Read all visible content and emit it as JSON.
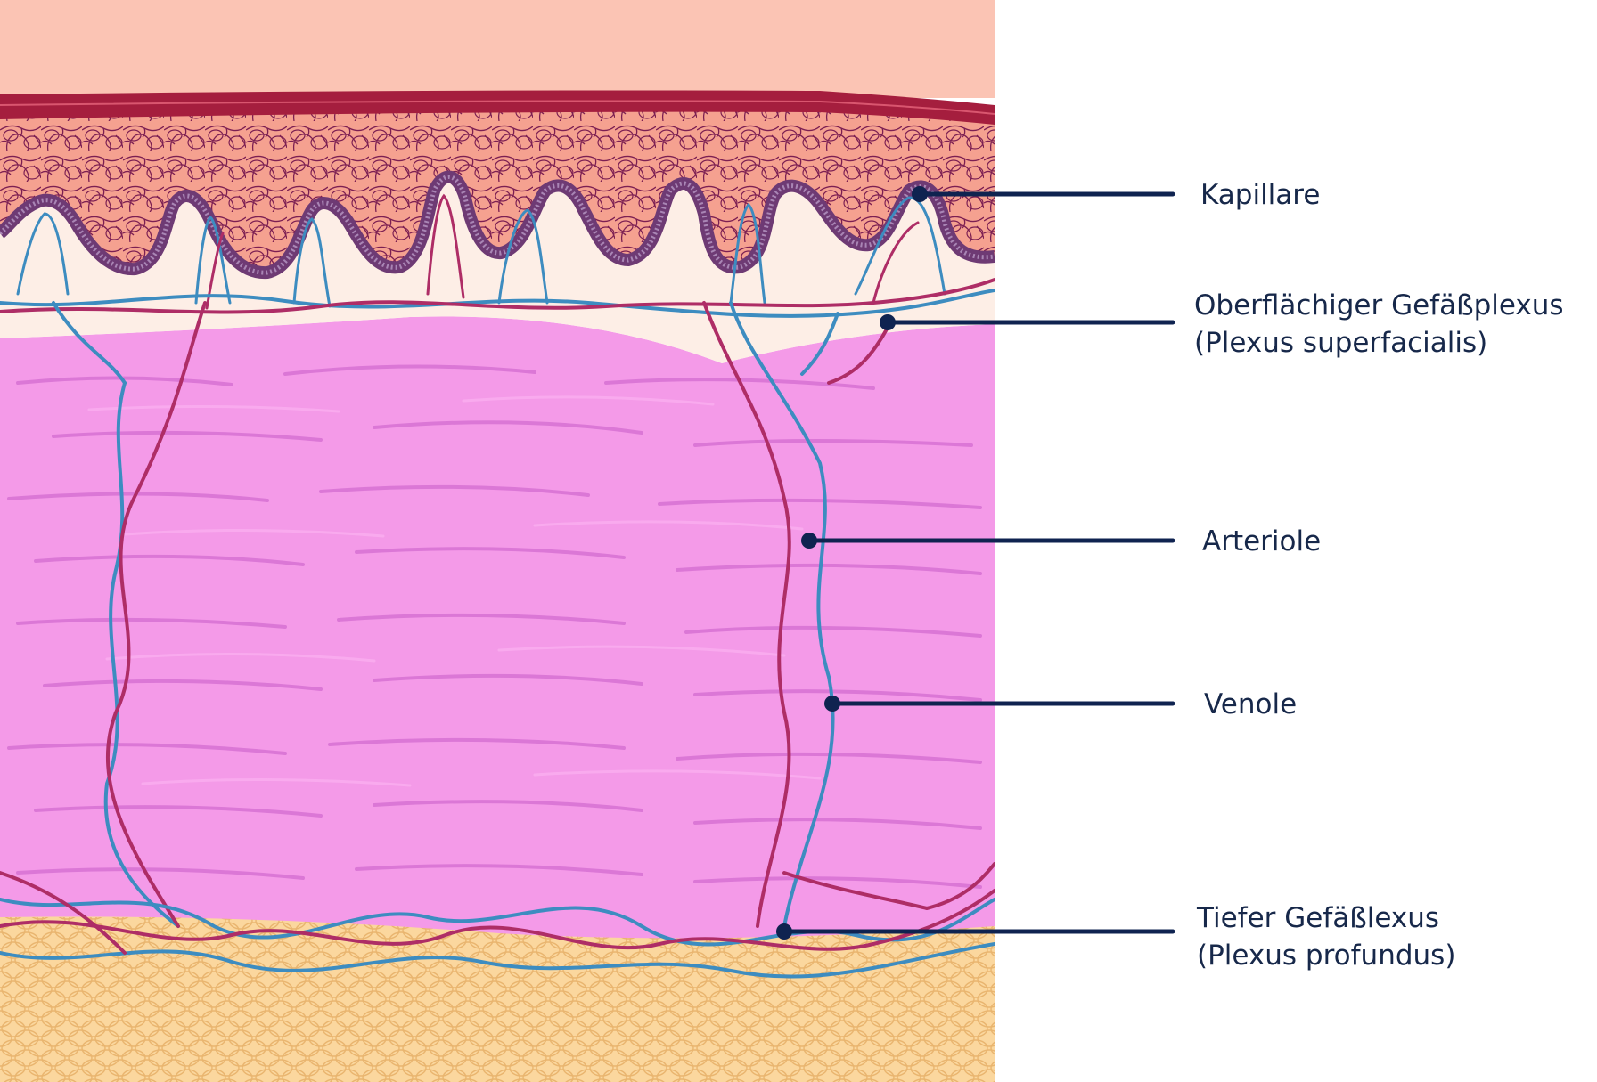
{
  "colors": {
    "skin_top": "#fbc4b4",
    "epidermis_outer": "#a51e3e",
    "epidermis_cells": "#f5a190",
    "cell_lines": "#7c1f52",
    "basal_layer": "#6e3a74",
    "papillary": "#fdeee6",
    "dermis": "#f49ae8",
    "dermis_fibers": "#c85bc8",
    "hypodermis": "#fbd79e",
    "hypodermis_lines": "#e9b56f",
    "artery": "#ae2d66",
    "vein": "#3d8cc0",
    "leader": "#0f2350"
  },
  "labels": {
    "kapillare": "Kapillare",
    "oberflaechiger_line1": "Oberflächiger Gefäßplexus",
    "oberflaechiger_line2": "(Plexus superfacialis)",
    "arteriole": "Arteriole",
    "venole": "Venole",
    "tiefer_line1": "Tiefer Gefäßlexus",
    "tiefer_line2": "(Plexus profundus)"
  },
  "icons": [
    "capillary-dot-icon",
    "plexus-dot-icon",
    "arteriole-dot-icon",
    "venole-dot-icon",
    "deep-plexus-dot-icon"
  ]
}
